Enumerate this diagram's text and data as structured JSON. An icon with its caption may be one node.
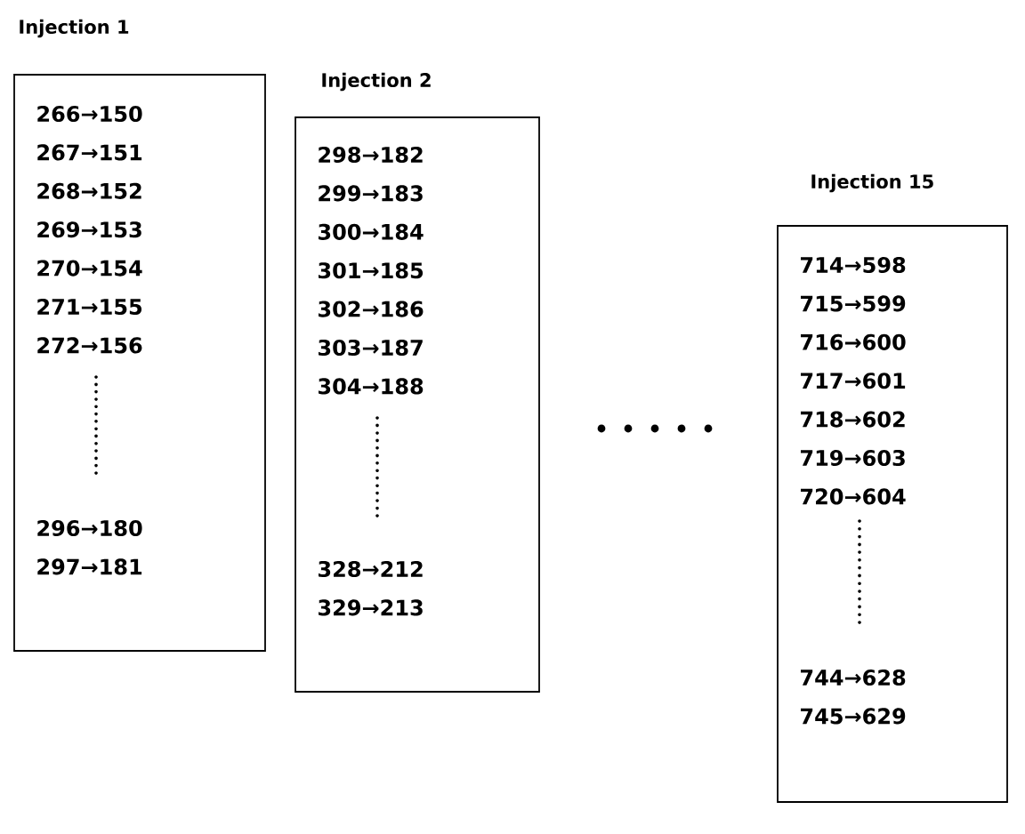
{
  "diagram": {
    "nodes": [
      {
        "text": [
          "Injection 1",
          "266→150",
          "267→151",
          "268→152",
          "269→153",
          "270→154",
          "271→155",
          "272→156",
          "296→180",
          "297→181"
        ]
      },
      {
        "text": [
          "Injection 2",
          "298→182",
          "299→183",
          "300→184",
          "301→185",
          "302→186",
          "303→187",
          "304→188",
          "328→212",
          "329→213"
        ]
      },
      {
        "text": [
          "Injection 15",
          "714→598",
          "715→599",
          "716→600",
          "717→601",
          "718→602",
          "719→603",
          "720→604",
          "744→628",
          "745→629"
        ]
      }
    ]
  }
}
